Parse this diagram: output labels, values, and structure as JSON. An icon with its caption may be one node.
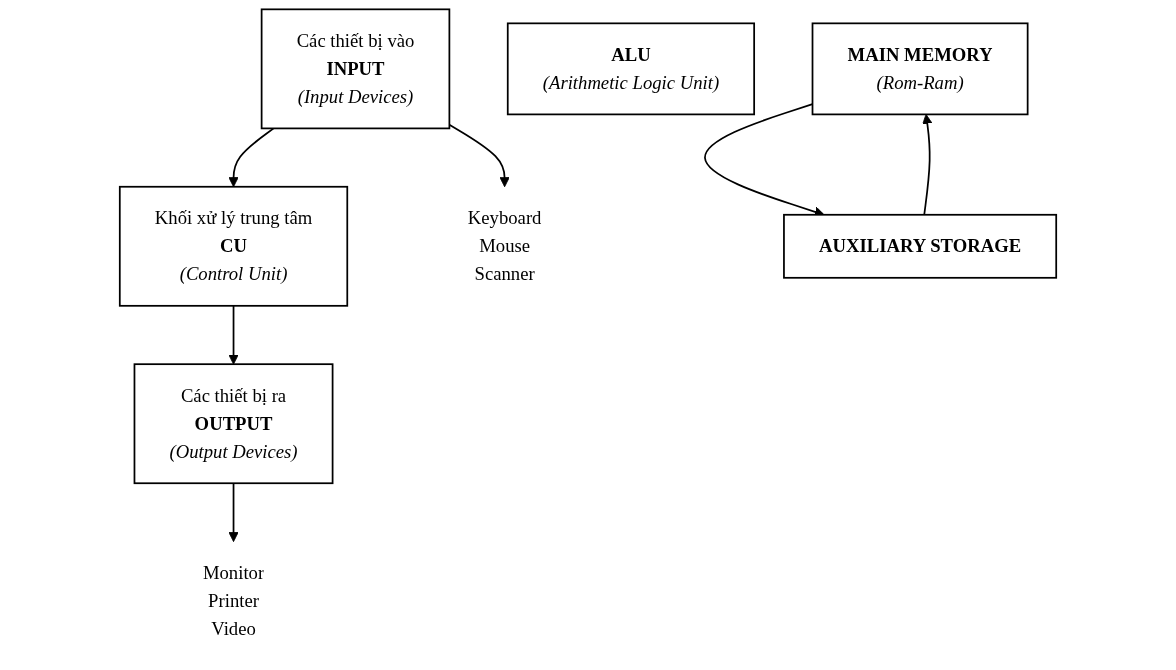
{
  "diagram": {
    "nodes": [
      {
        "text": [
          "Các thiết bị vào",
          "INPUT",
          "(Input Devices)"
        ]
      },
      {
        "text": [
          "Khối xử lý trung tâm",
          "CU",
          "(Control Unit)"
        ]
      },
      {
        "text": [
          "ALU",
          "(Arithmetic Logic Unit)"
        ]
      },
      {
        "text": [
          "MAIN MEMORY",
          "(Rom-Ram)"
        ]
      },
      {
        "text": [
          "Các thiết bị ra",
          "OUTPUT",
          "(Output Devices)"
        ]
      },
      {
        "text": [
          "Keyboard",
          "Mouse",
          "Scanner"
        ]
      },
      {
        "text": [
          "Monitor",
          "Printer",
          "Video"
        ]
      },
      {
        "text": [
          "AUXILIARY STORAGE"
        ]
      }
    ],
    "edges": [
      {
        "from": 0,
        "to": 1,
        "arrow": "to"
      },
      {
        "from": 1,
        "to": 4,
        "arrow": "to"
      },
      {
        "from": 0,
        "to": 5,
        "arrow": "to"
      },
      {
        "from": 4,
        "to": 6,
        "arrow": "to"
      },
      {
        "from": 3,
        "to": 7,
        "arrow": "to"
      },
      {
        "from": 7,
        "to": 3,
        "arrow": "to"
      }
    ]
  }
}
